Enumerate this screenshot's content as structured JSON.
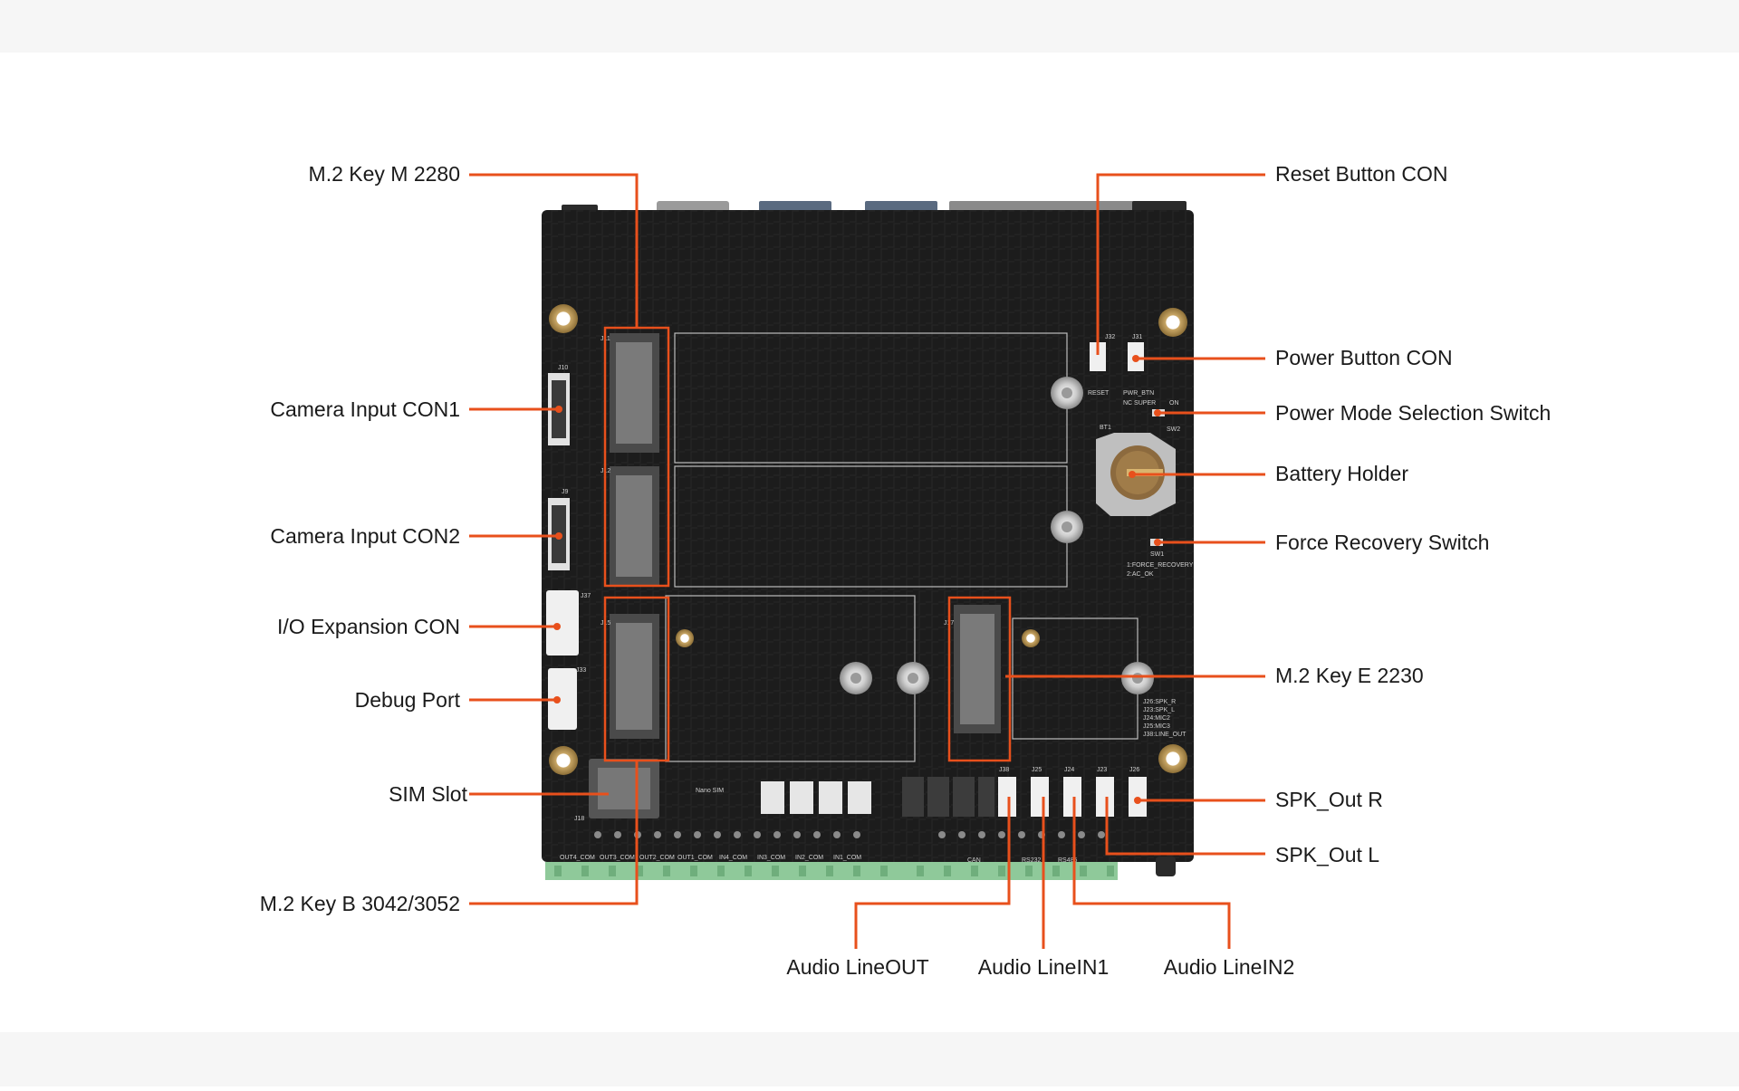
{
  "accent_color": "#e8501c",
  "board_color": "#1c1c1c",
  "callouts": {
    "m2_key_m": "M.2 Key M 2280",
    "camera_con1": "Camera Input CON1",
    "camera_con2": "Camera Input CON2",
    "io_expansion": "I/O Expansion CON",
    "debug_port": "Debug Port",
    "sim_slot": "SIM Slot",
    "m2_key_b": "M.2 Key B 3042/3052",
    "reset_button": "Reset Button CON",
    "power_button": "Power Button CON",
    "power_mode": "Power Mode Selection Switch",
    "battery_holder": "Battery Holder",
    "force_recovery": "Force Recovery Switch",
    "m2_key_e": "M.2 Key E 2230",
    "spk_out_r": "SPK_Out R",
    "spk_out_l": "SPK_Out L",
    "audio_lineout": "Audio LineOUT",
    "audio_linein1": "Audio LineIN1",
    "audio_linein2": "Audio LineIN2"
  },
  "silkscreen": {
    "j10": "J10",
    "j9": "J9",
    "j37": "J37",
    "j33": "J33",
    "j18": "J18",
    "j11": "J11",
    "j12": "J12",
    "j15": "J15",
    "j17": "J17",
    "j32": "J32",
    "j31": "J31",
    "reset": "RESET",
    "pwr_btn": "PWR_BTN",
    "bt1": "BT1",
    "sw2": "SW2",
    "sw1": "SW1",
    "force_recovery": "1:FORCE_RECOVERY",
    "ac_ok": "2:AC_OK",
    "nc_super": "NC SUPER",
    "on": "ON",
    "j38": "J38",
    "j25": "J25",
    "j24": "J24",
    "j23": "J23",
    "j26": "J26",
    "nano_sim": "Nano SIM",
    "audio_map": [
      "J26:SPK_R",
      "J23:SPK_L",
      "J24:MIC2",
      "J25:MIC3",
      "J38:LINE_OUT"
    ],
    "terminals": [
      "OUT4_COM",
      "OUT3_COM",
      "OUT2_COM",
      "OUT1_COM",
      "IN4_COM",
      "IN3_COM",
      "IN2_COM",
      "IN1_COM"
    ],
    "rs232": "RS232",
    "rs485": "RS485",
    "can": "CAN"
  }
}
